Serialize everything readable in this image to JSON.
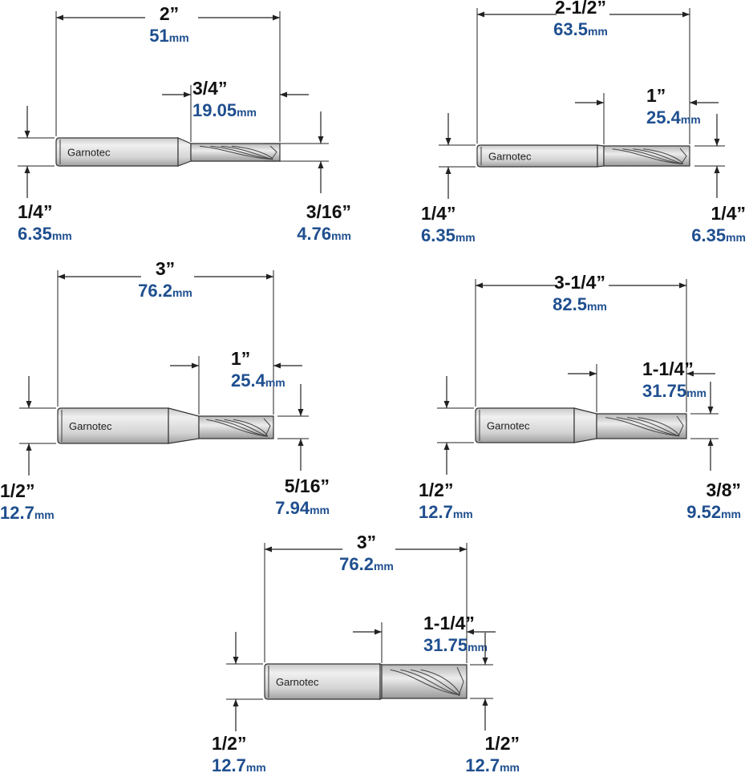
{
  "colors": {
    "imperial_text": "#111111",
    "metric_text": "#1f4f8f",
    "line": "#222222",
    "shank_light": "#e6e6e6",
    "shank_dark": "#a8a8a8"
  },
  "unit_suffix": "mm",
  "bits": [
    {
      "id": "bit-1",
      "brand": "Garnotec",
      "overall": {
        "imp": "2”",
        "met": "51"
      },
      "cut_length": {
        "imp": "3/4”",
        "met": "19.05"
      },
      "shank_dia": {
        "imp": "1/4”",
        "met": "6.35"
      },
      "cut_dia": {
        "imp": "3/16”",
        "met": "4.76"
      }
    },
    {
      "id": "bit-2",
      "brand": "Garnotec",
      "overall": {
        "imp": "2-1/2”",
        "met": "63.5"
      },
      "cut_length": {
        "imp": "1”",
        "met": "25.4"
      },
      "shank_dia": {
        "imp": "1/4”",
        "met": "6.35"
      },
      "cut_dia": {
        "imp": "1/4”",
        "met": "6.35"
      }
    },
    {
      "id": "bit-3",
      "brand": "Garnotec",
      "overall": {
        "imp": "3”",
        "met": "76.2"
      },
      "cut_length": {
        "imp": "1”",
        "met": "25.4"
      },
      "shank_dia": {
        "imp": "1/2”",
        "met": "12.7"
      },
      "cut_dia": {
        "imp": "5/16”",
        "met": "7.94"
      }
    },
    {
      "id": "bit-4",
      "brand": "Garnotec",
      "overall": {
        "imp": "3-1/4”",
        "met": "82.5"
      },
      "cut_length": {
        "imp": "1-1/4”",
        "met": "31.75"
      },
      "shank_dia": {
        "imp": "1/2”",
        "met": "12.7"
      },
      "cut_dia": {
        "imp": "3/8”",
        "met": "9.52"
      }
    },
    {
      "id": "bit-5",
      "brand": "Garnotec",
      "overall": {
        "imp": "3”",
        "met": "76.2"
      },
      "cut_length": {
        "imp": "1-1/4”",
        "met": "31.75"
      },
      "shank_dia": {
        "imp": "1/2”",
        "met": "12.7"
      },
      "cut_dia": {
        "imp": "1/2”",
        "met": "12.7"
      }
    }
  ]
}
